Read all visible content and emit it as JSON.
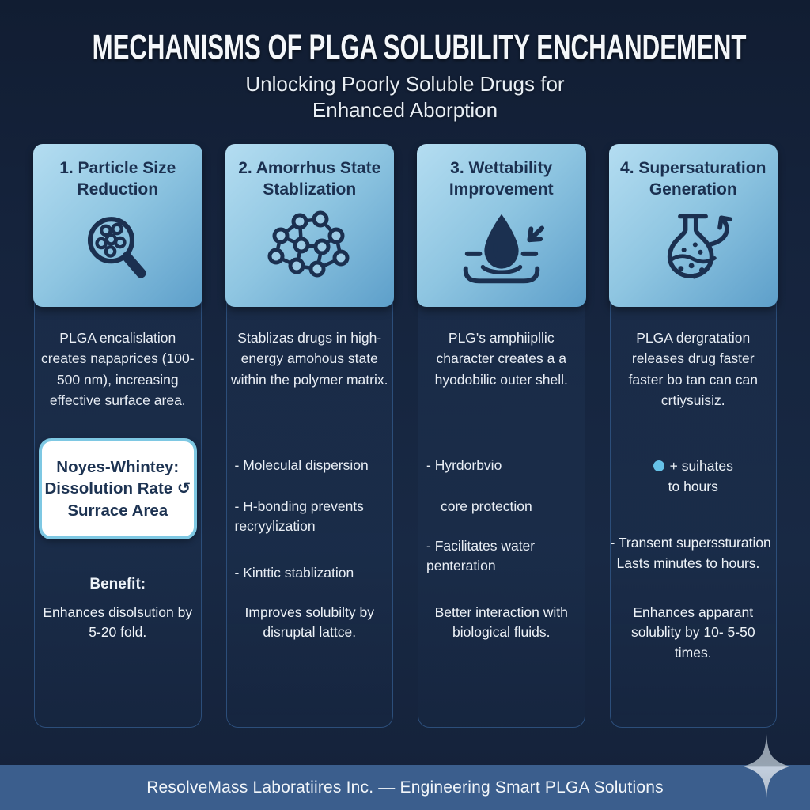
{
  "header": {
    "title": "MECHANISMS OF PLGA SOLUBILITY ENCHANDEMENT",
    "subtitle_line1": "Unlocking Poorly Soluble Drugs for",
    "subtitle_line2": "Enhanced Aborption"
  },
  "columns": [
    {
      "header": "1. Particle Size Reduction",
      "icon": "magnifier-particles-icon",
      "body": "PLGA encalislation creates napaprices (100-500 nm), increasing effective surface area.",
      "callout_line1": "Noyes-Whintey:",
      "callout_line2": "Dissolution Rate ↺",
      "callout_line3": "Surrace Area",
      "benefit_label": "Benefit:",
      "benefit_text": "Enhances disolsution by 5-20 fold."
    },
    {
      "header": "2. Amorrhus State Stablization",
      "icon": "molecule-network-icon",
      "body": "Stablizas drugs in high-energy amohous state within the polymer matrix.",
      "bullets": [
        "- Moleculal dispersion",
        "- H-bonding prevents recryylization",
        "- Kinttic stablization"
      ],
      "bottom": "Improves solubilty by disruptal lattce."
    },
    {
      "header": "3. Wettability Improvement",
      "icon": "water-droplet-icon",
      "body": "PLG's amphiipllic character creates a a hyodobilic outer shell.",
      "bullets": [
        "- Hyrdorbvio",
        "core protection",
        "- Facilitates water penteration"
      ],
      "bottom": "Better interaction with biological fluids."
    },
    {
      "header": "4. Supersaturation Generation",
      "icon": "flask-arrow-icon",
      "body": "PLGA dergratation releases drug faster faster bo tan can can crtiysuisiz.",
      "dot_note_line1": "+ suihates",
      "dot_note_line2": "to hours",
      "bullet_line1": "- Transent superssturation",
      "bullet_line2": "Lasts minutes to hours.",
      "bottom": "Enhances apparant solublity by 10- 5-50 times."
    }
  ],
  "footer": {
    "text": "ResolveMass Laboratiires Inc. — Engineering Smart PLGA Solutions"
  },
  "colors": {
    "background": "#15233c",
    "card_header_top": "#b4ddf1",
    "card_header_bottom": "#5d9fca",
    "card_border": "#2c4e7a",
    "callout_border": "#7ec8e3",
    "callout_bg": "#ffffff",
    "footer_bg": "#3b5e8d",
    "dot": "#66c2e8",
    "icon": "#1b3050",
    "sparkle": "#aab8c8"
  }
}
